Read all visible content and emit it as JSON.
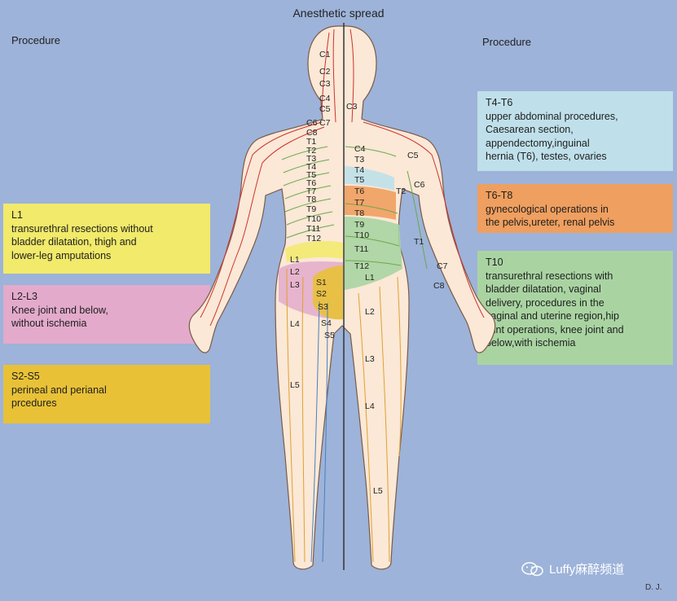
{
  "title": "Anesthetic spread",
  "procedure_left": "Procedure",
  "procedure_right": "Procedure",
  "left_boxes": {
    "l1": {
      "heading": "L1",
      "text": "transurethral resections without\nbladder dilatation, thigh and\nlower-leg amputations",
      "color": "#f1ea6a"
    },
    "l2l3": {
      "heading": "L2-L3",
      "text": "Knee joint and below,\nwithout ischemia",
      "color": "#e3aacb"
    },
    "s2s5": {
      "heading": "S2-S5",
      "text": "perineal and perianal\nprcedures",
      "color": "#e8c137"
    }
  },
  "right_boxes": {
    "t4t6": {
      "heading": "T4-T6",
      "text": "upper abdominal procedures,\nCaesarean section,\nappendectomy,inguinal\nhernia (T6), testes, ovaries",
      "color": "#bfe0ea"
    },
    "t6t8": {
      "heading": "T6-T8",
      "text": "gynecological operations in\nthe pelvis,ureter, renal pelvis",
      "color": "#ef9f5f"
    },
    "t10": {
      "heading": "T10",
      "text": "transurethral resections with\nbladder dilatation, vaginal\ndelivery, procedures in the\nvaginal and uterine region,hip\njoint operations, knee joint and\nbelow,with ischemia",
      "color": "#a9d4a2"
    }
  },
  "dermatome_labels": {
    "back": [
      "C1",
      "C2",
      "C3",
      "C4",
      "C5",
      "C6",
      "C7",
      "C8",
      "T1",
      "T2",
      "T3",
      "T4",
      "T5",
      "T6",
      "T7",
      "T8",
      "T9",
      "T10",
      "T11",
      "T12",
      "L1",
      "L2",
      "L3",
      "S1",
      "S2",
      "S3",
      "S4",
      "S5",
      "L4",
      "L5"
    ],
    "front": [
      "C3",
      "C4",
      "T3",
      "T4",
      "T5",
      "T6",
      "T7",
      "T8",
      "T9",
      "T10",
      "T11",
      "T12",
      "L1",
      "L2",
      "L3",
      "L4",
      "L5"
    ],
    "arm": [
      "C5",
      "C6",
      "T2",
      "T1",
      "C7",
      "C8"
    ]
  },
  "watermark": "Luffy麻醉频道",
  "signature": "D. J.",
  "icons": {
    "watermark": "wechat-icon"
  }
}
